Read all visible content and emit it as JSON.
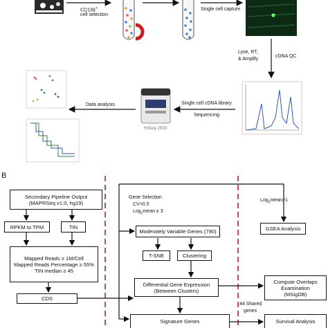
{
  "panel_a": {
    "cd138_label": "CD138",
    "cd138_sup": "+",
    "cell_selection_label": "cell selection",
    "single_cell_capture_label": "Single cell capture",
    "lyse_line1": "Lyse, RT,",
    "lyse_line2": "& Amplify",
    "cdna_qc_label": "cDNA QC",
    "library_line1": "Single cell cDNA library",
    "sequencing_label": "Sequencing",
    "hiseq_label": "HiSeq 2500",
    "data_analysis_label": "Data analysis"
  },
  "panel_b": {
    "panel_label": "B",
    "pipeline_line1": "Secondary Pipeline Output",
    "pipeline_line2": "(MAPRSeq v1.0, hg19)",
    "rpkm_tpm": "RPKM to TPM",
    "tin": "TIN",
    "qc_line1": "Mapped Reads ≥ 1M/Cell",
    "qc_line2": "Mapped Reads Percentage ≥ 55%",
    "qc_line3": "TIN median ≥ 45",
    "cds": "CDS",
    "gene_selection": "Gene Selection",
    "cv": "CV>0.5",
    "log2mean_a": "Log",
    "log2mean_a_sub": "2",
    "log2mean_a_rest": "mean ≥ 3",
    "log2mean_b": "Log",
    "log2mean_b_sub": "2",
    "log2mean_b_rest": "mean>1",
    "moderately_variable": "Moderately Variable Genes (790)",
    "tsne": "T-SNE",
    "clustering": "Clustering",
    "gsea": "GSEA Analysis",
    "dge_line1": "Differential Gene Expression",
    "dge_line2": "(Between Clusters)",
    "compute_line1": "Compute Overlaps",
    "compute_line2": "Examination",
    "compute_line3": "(MSigDB)",
    "shared_line1": "44 Shared",
    "shared_line2": "genes",
    "signature_genes": "Signature Genes",
    "survival": "Survival Analysis"
  },
  "colors": {
    "divider": "#b22222",
    "magnet": "#cc1f1f",
    "microscope_bg": "#0d2a14",
    "microscope_cell": "#6cff6c",
    "curve": "#2f54b5",
    "green_curve": "#2c8a2c"
  }
}
